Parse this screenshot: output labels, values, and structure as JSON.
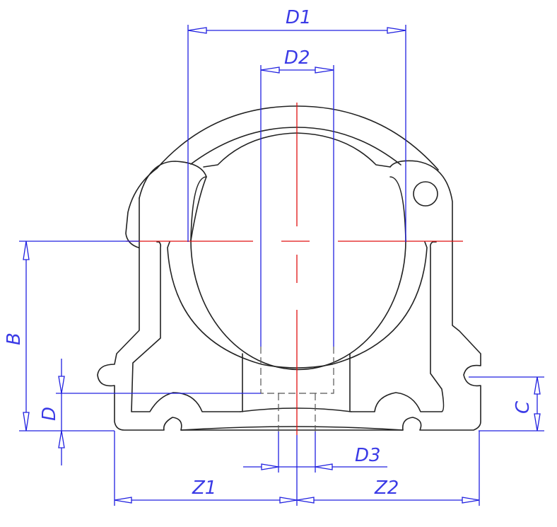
{
  "drawing": {
    "title": "Pipe clamp profile cross-section with dimensions",
    "colors": {
      "outline": "#222222",
      "dimension": "#2020e0",
      "centerline": "#e01010",
      "hidden": "#555555",
      "background": "#ffffff"
    },
    "dimensions": {
      "D1": "D1",
      "D2": "D2",
      "D3": "D3",
      "B": "B",
      "C": "C",
      "D": "D",
      "Z1": "Z1",
      "Z2": "Z2"
    }
  }
}
